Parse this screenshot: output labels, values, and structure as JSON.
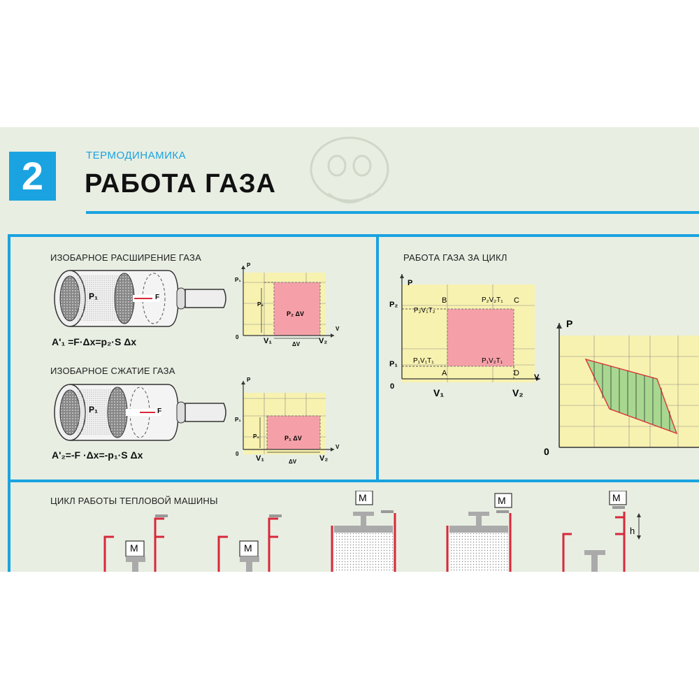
{
  "header": {
    "number": "2",
    "subject": "ТЕРМОДИНАМИКА",
    "title": "РАБОТА ГАЗА"
  },
  "isobaric_expansion": {
    "label": "ИЗОБАРНОЕ РАСШИРЕНИЕ ГАЗА",
    "cylinder_pressure": "P₁",
    "force": "F",
    "formula": "A'₁ =F·Δx=p₂·S Δx",
    "graph": {
      "p_axis": "P",
      "v_axis": "V",
      "origin": "0",
      "p1": "P₁",
      "p2": "P₂",
      "area": "P₂ ΔV",
      "v1": "V₁",
      "v2": "V₂",
      "dv": "ΔV"
    }
  },
  "isobaric_compression": {
    "label": "ИЗОБАРНОЕ СЖАТИЕ ГАЗА",
    "cylinder_pressure": "P₁",
    "force": "F",
    "formula": "A'₂=-F ·Δx=-p₁·S Δx",
    "graph": {
      "p_axis": "P",
      "v_axis": "V",
      "origin": "0",
      "p1": "P₁",
      "p_inner": "P₁",
      "area": "P₁ ΔV",
      "v1": "V₁",
      "v2": "V₂",
      "dv": "ΔV"
    }
  },
  "cycle": {
    "label": "РАБОТА ГАЗА ЗА ЦИКЛ",
    "p_axis": "P",
    "v_axis": "V",
    "origin": "0",
    "p1": "P₁",
    "p2": "P₂",
    "v1": "V₁",
    "v2": "V₂",
    "point_b": "B",
    "point_c": "C",
    "point_a": "A",
    "point_d": "D",
    "state_b": "P₂V₁T₂",
    "state_c": "P₂V₂T₁",
    "state_a": "P₁V₁T₁",
    "state_d": "P₁V₂T₁",
    "second_graph_p": "P",
    "second_graph_origin": "0"
  },
  "heat_engine": {
    "label": "ЦИКЛ РАБОТЫ ТЕПЛОВОЙ МАШИНЫ",
    "mass": "M",
    "height": "h"
  },
  "colors": {
    "accent_blue": "#1aa3e0",
    "graph_yellow": "#f8f2b0",
    "area_pink": "#f5a0a8",
    "area_green": "#a8d890",
    "cylinder_red": "#d8283a"
  }
}
